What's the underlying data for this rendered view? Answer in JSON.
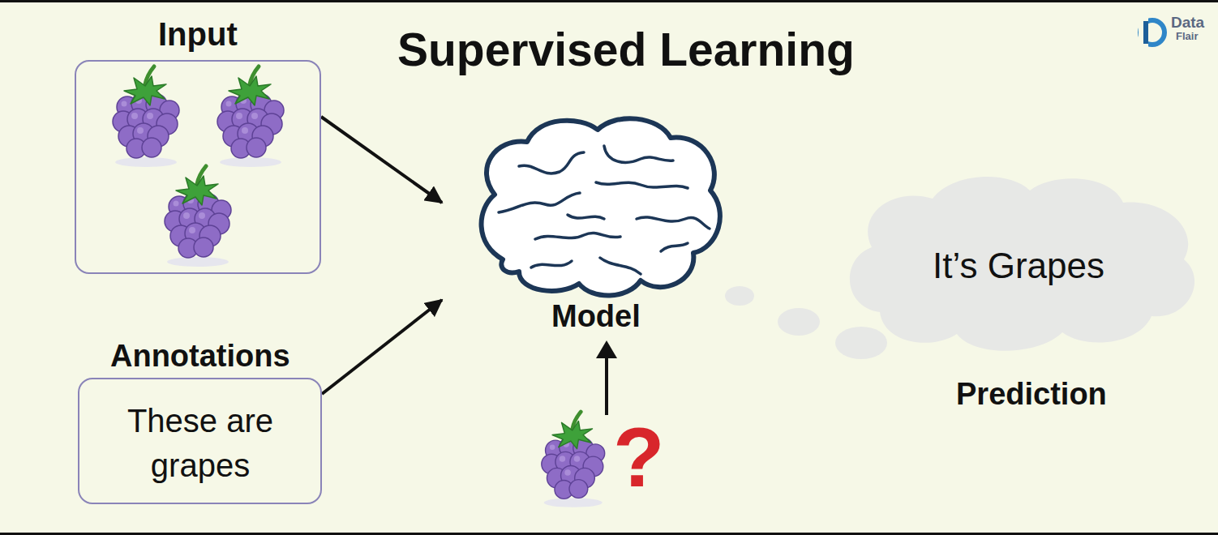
{
  "diagram": {
    "title": "Supervised Learning",
    "nodes": [
      {
        "text": [
          "Input"
        ]
      },
      {
        "text": [
          "Annotations",
          "These are grapes"
        ]
      },
      {
        "text": [
          "Model"
        ]
      },
      {
        "text": [
          "It’s Grapes",
          "Prediction"
        ]
      }
    ],
    "edges": [
      {
        "from": 0,
        "to": 2,
        "arrow": "to"
      },
      {
        "from": 1,
        "to": 2,
        "arrow": "to"
      }
    ],
    "labels": [
      "?",
      "Data",
      "Flair"
    ]
  }
}
